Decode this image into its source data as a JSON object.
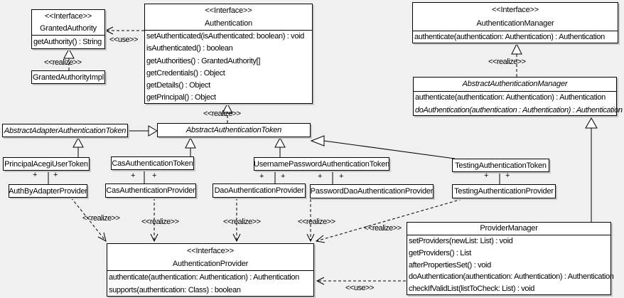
{
  "labels": {
    "use": "<<use>>",
    "realize": "<<realize>>",
    "plus": "+"
  },
  "classes": {
    "granted_authority": {
      "stereotype": "<<Interface>>",
      "name": "GrantedAuthority",
      "methods": [
        "getAuthority() : String"
      ]
    },
    "granted_authority_impl": {
      "name": "GrantedAuthorityImpl"
    },
    "authentication": {
      "stereotype": "<<Interface>>",
      "name": "Authentication",
      "methods": [
        "setAuthenticated(isAuthenticated: boolean) : void",
        "isAuthenticated() : boolean",
        "getAuthorities() : GrantedAuthority[]",
        "getCredentials() : Object",
        "getDetails() : Object",
        "getPrincipal() : Object"
      ]
    },
    "authentication_manager": {
      "stereotype": "<<Interface>>",
      "name": "AuthenticationManager",
      "methods": [
        "authenticate(authentication: Authentication) : Authentication"
      ]
    },
    "abstract_authentication_manager": {
      "name": "AbstractAuthenticationManager",
      "methods": [
        "authenticate(authentication: Authentication) : Authentication",
        "doAuthentication(authentication : Authentication) : Authentication"
      ]
    },
    "abstract_adapter_authentication_token": {
      "name": "AbstractAdapterAuthenticationToken"
    },
    "abstract_authentication_token": {
      "name": "AbstractAuthenticationToken"
    },
    "principal_acegi_user_token": {
      "name": "PrincipalAcegiUserToken"
    },
    "auth_by_adapter_provider": {
      "name": "AuthByAdapterProvider"
    },
    "cas_authentication_token": {
      "name": "CasAuthenticationToken"
    },
    "cas_authentication_provider": {
      "name": "CasAuthenticationProvider"
    },
    "username_password_authentication_token": {
      "name": "UsernamePasswordAuthenticationToken"
    },
    "dao_authentication_provider": {
      "name": "DaoAuthenticationProvider"
    },
    "password_dao_authentication_provider": {
      "name": "PasswordDaoAuthenticationProvider"
    },
    "testing_authentication_token": {
      "name": "TestingAuthenticationToken"
    },
    "testing_authentication_provider": {
      "name": "TestingAuthenticationProvider"
    },
    "provider_manager": {
      "name": "ProviderManager",
      "methods": [
        "setProviders(newList: List) : void",
        "getProviders() : List",
        "afterPropertiesSet() : void",
        "doAuthentication(authentication: Authentication) : Authentication",
        "checkIfValidList(listToCheck: List) : void"
      ]
    },
    "authentication_provider": {
      "stereotype": "<<Interface>>",
      "name": "AuthenticationProvider",
      "methods": [
        "authenticate(authentication: Authentication) : Authentication",
        "supports(authentication: Class) : boolean"
      ]
    }
  }
}
